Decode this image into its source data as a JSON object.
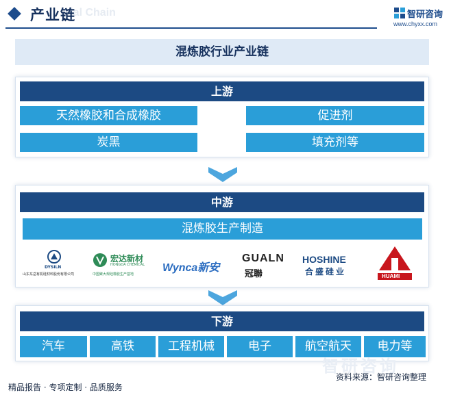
{
  "header": {
    "title": "产业链",
    "watermark": "rial Chain",
    "brand_name": "智研咨询",
    "brand_url": "www.chyxx.com"
  },
  "main_title": "混炼胶行业产业链",
  "upstream": {
    "label": "上游",
    "items": [
      "天然橡胶和合成橡胶",
      "促进剂",
      "炭黑",
      "填充剂等"
    ]
  },
  "midstream": {
    "label": "中游",
    "item": "混炼胶生产制造",
    "logos": [
      {
        "name": "DYSILN",
        "caption": "山东东岳有机硅材料股份有限公司"
      },
      {
        "name": "宏达新材",
        "sub": "HONGDA CHEMICAL",
        "caption": "中国聚大规硅橡胶生产基地"
      },
      {
        "name": "Wynca新安"
      },
      {
        "name": "GUALN",
        "sub": "冠聯"
      },
      {
        "name": "HOSHINE",
        "sub": "合盛硅业"
      },
      {
        "name": "HUAMI"
      }
    ]
  },
  "downstream": {
    "label": "下游",
    "items": [
      "汽车",
      "高铁",
      "工程机械",
      "电子",
      "航空航天",
      "电力等"
    ]
  },
  "footer": {
    "left": "精品报告 · 专项定制 · 品质服务",
    "source": "资料来源：智研咨询整理",
    "watermark": "智研咨询"
  },
  "colors": {
    "band": "#1c4a83",
    "cell": "#2a9ed8",
    "title_bg": "#dfeaf6",
    "arrow": "#4da6de"
  }
}
